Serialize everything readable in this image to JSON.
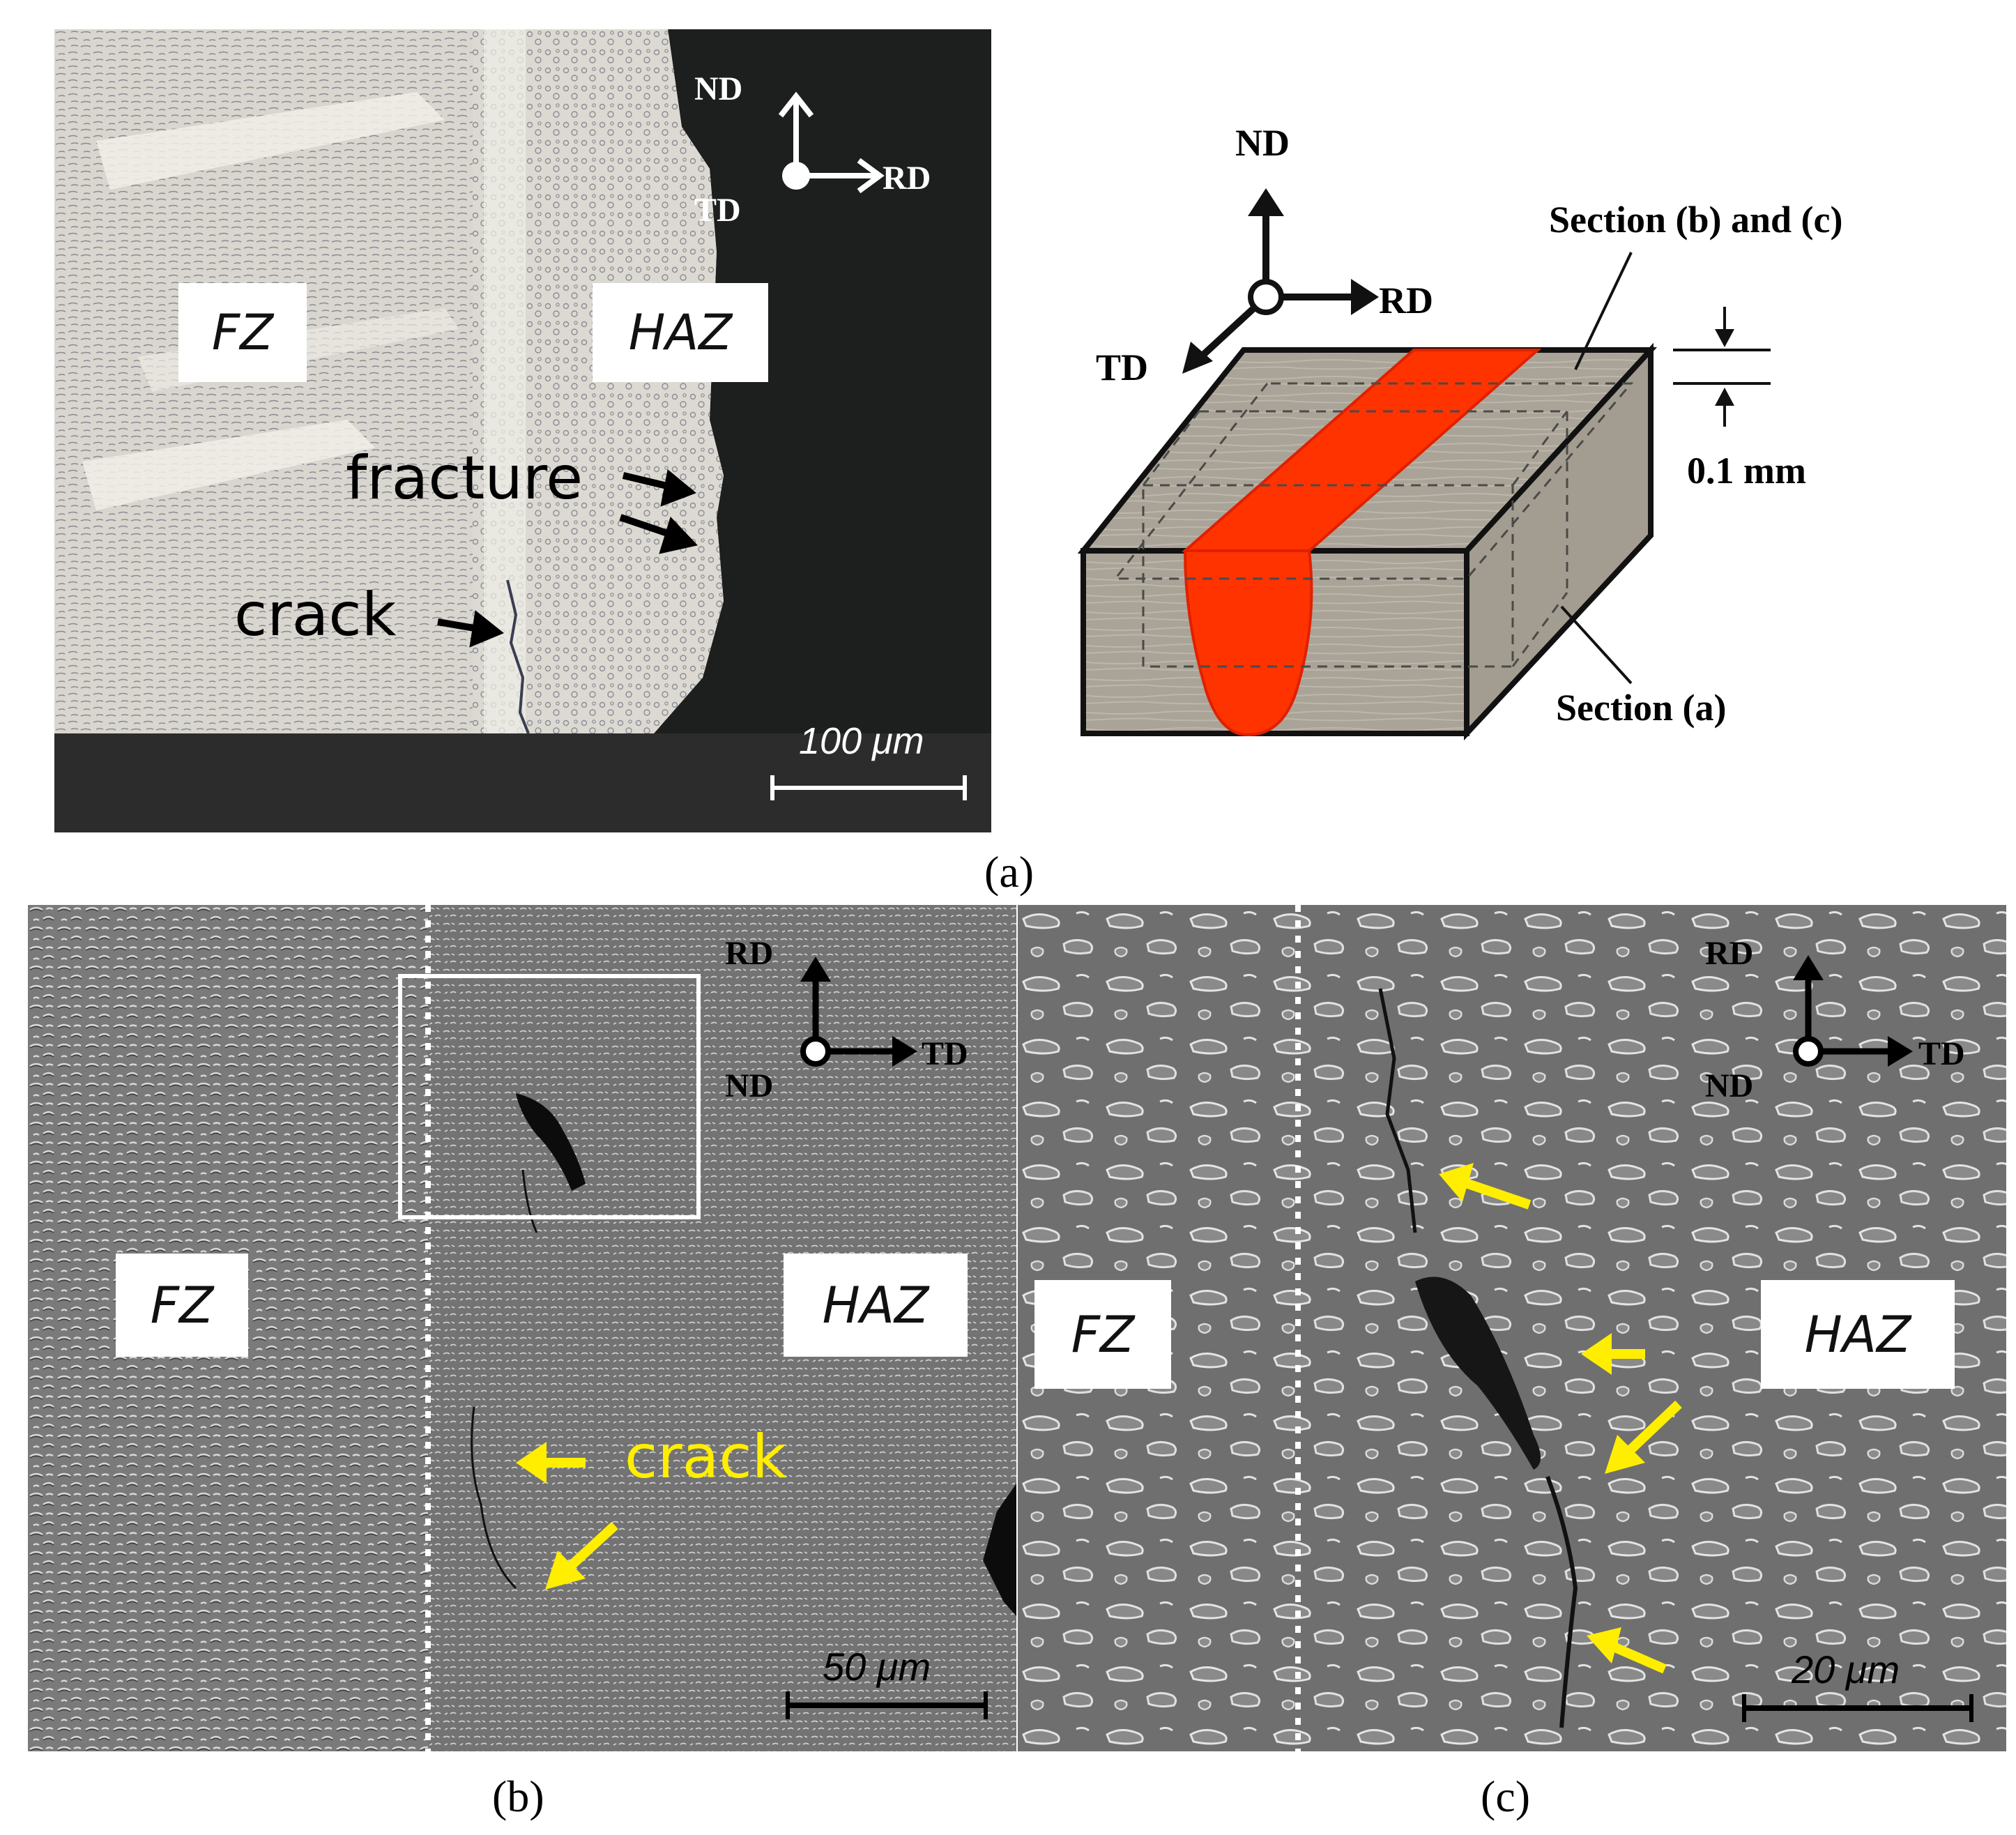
{
  "panel_a": {
    "labels": {
      "fz": "FZ",
      "haz": "HAZ",
      "fracture": "fracture",
      "crack": "crack"
    },
    "axes": {
      "nd": "ND",
      "rd": "RD",
      "td": "TD"
    },
    "scalebar": "100 μm"
  },
  "schematic": {
    "axes": {
      "nd": "ND",
      "rd": "RD",
      "td": "TD"
    },
    "section_bc": "Section (b) and (c)",
    "section_a": "Section (a)",
    "thickness": "0.1 mm",
    "colors": {
      "weld": "#ff3300",
      "block": "#a9a195"
    }
  },
  "panel_b": {
    "labels": {
      "fz": "FZ",
      "haz": "HAZ",
      "crack": "crack"
    },
    "axes": {
      "rd": "RD",
      "td": "TD",
      "nd": "ND"
    },
    "scalebar": "50 μm"
  },
  "panel_c": {
    "labels": {
      "fz": "FZ",
      "haz": "HAZ"
    },
    "axes": {
      "rd": "RD",
      "td": "TD",
      "nd": "ND"
    },
    "scalebar": "20 μm"
  },
  "captions": {
    "a": "(a)",
    "b": "(b)",
    "c": "(c)"
  },
  "colors": {
    "arrow_yellow": "#ffee00"
  }
}
